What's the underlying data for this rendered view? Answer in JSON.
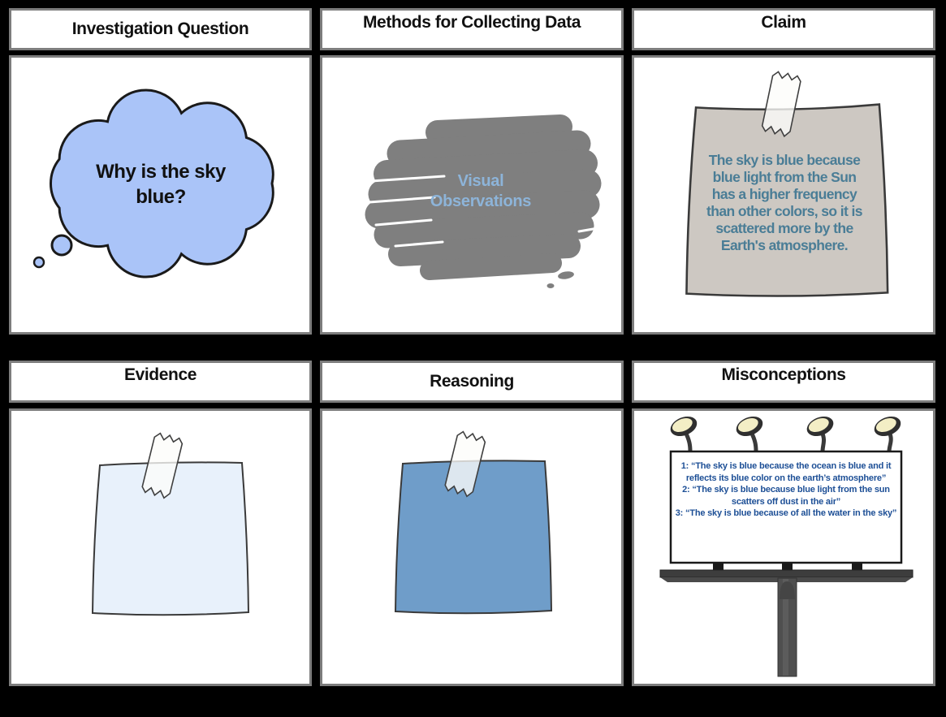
{
  "storyboard": {
    "cells": [
      {
        "id": "investigation-question",
        "title": "Investigation Question",
        "bubble_lines": [
          "Why is the sky",
          "blue?"
        ]
      },
      {
        "id": "methods-for-collecting-data",
        "title": "Methods for Collecting Data",
        "scribble_lines": [
          "Visual",
          "Observations"
        ]
      },
      {
        "id": "claim",
        "title": "Claim",
        "note_lines": [
          "The sky is blue because",
          "blue light from the Sun",
          "has a higher frequency",
          "than other colors, so it is",
          "scattered more by the",
          "Earth's atmosphere."
        ]
      },
      {
        "id": "evidence",
        "title": "Evidence"
      },
      {
        "id": "reasoning",
        "title": "Reasoning"
      },
      {
        "id": "misconceptions",
        "title": "Misconceptions",
        "billboard_items": [
          "1: “The sky is blue because the ocean is blue and it reflects its blue color on the earth’s atmosphere”",
          "2: “The sky is blue because blue light from the sun scatters off dust in the air”",
          "3: “The sky is blue because of all the water in the sky”"
        ]
      }
    ],
    "colors": {
      "background": "#000000",
      "cell_border": "#7d7d7d",
      "bubble_fill": "#aac4f8",
      "scribble_gray": "#7f7f7f",
      "scribble_text": "#8db4d9",
      "claim_note_fill": "#cdc8c2",
      "claim_text": "#4a7d96",
      "evidence_note_fill": "#e8f1fb",
      "reasoning_note_fill": "#6f9dc9",
      "billboard_text": "#1d4f96",
      "lamp_fill": "#f3eec5"
    }
  }
}
